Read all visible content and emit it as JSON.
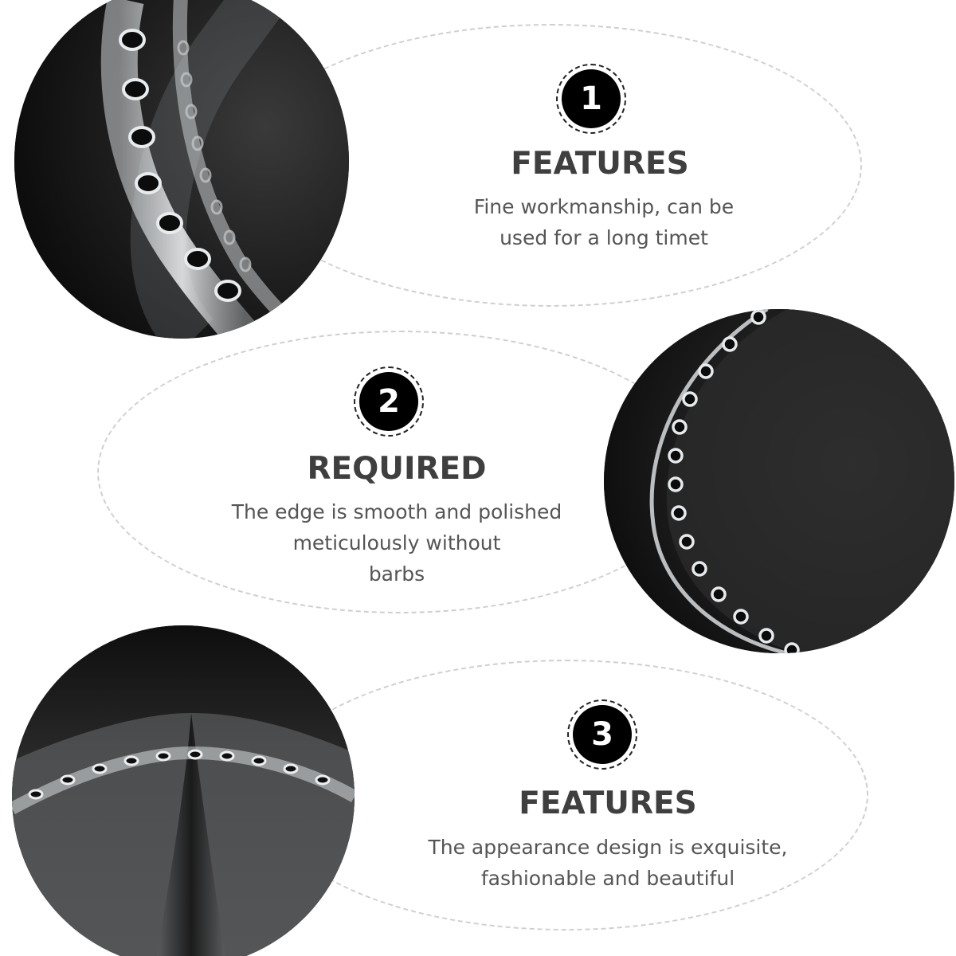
{
  "sections": [
    {
      "number": "1",
      "heading": "FEATURES",
      "lines": [
        "Fine workmanship, can be",
        "used for a long timet"
      ]
    },
    {
      "number": "2",
      "heading": "REQUIRED",
      "lines": [
        "The edge is smooth and polished",
        "meticulously without",
        "barbs"
      ]
    },
    {
      "number": "3",
      "heading": "FEATURES",
      "lines": [
        "The appearance design is exquisite,",
        "fashionable and beautiful"
      ]
    }
  ],
  "colors": {
    "background": "#ffffff",
    "photo_background": "#151515",
    "badge": "#000000",
    "heading": "#3f3f3f",
    "body_text": "#555555",
    "dashed_outline": "#cfcfcf"
  }
}
